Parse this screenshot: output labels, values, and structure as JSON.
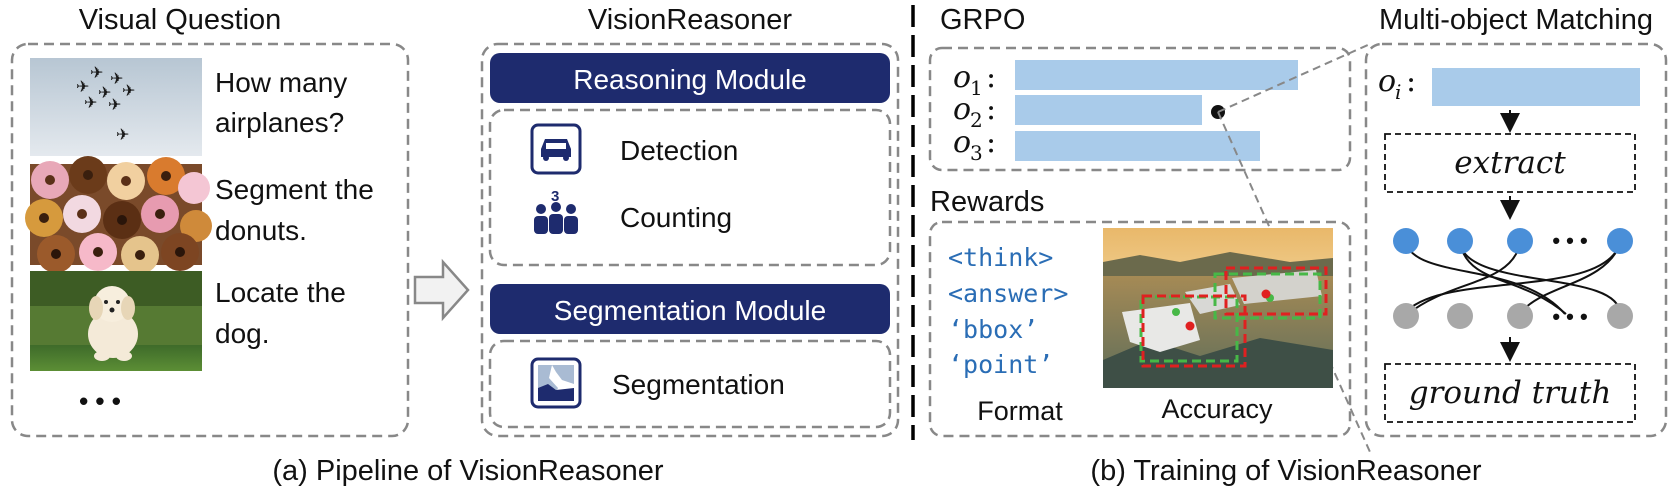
{
  "panel_a": {
    "title_visual_question": "Visual Question",
    "questions": [
      [
        "How many",
        "airplanes?"
      ],
      [
        "Segment the",
        "donuts."
      ],
      [
        "Locate the",
        "dog."
      ]
    ],
    "ellipsis": "• • •",
    "title_model": "VisionReasoner",
    "reasoning_module": "Reasoning Module",
    "tasks_reasoning": [
      "Detection",
      "Counting"
    ],
    "segmentation_module": "Segmentation Module",
    "tasks_segmentation": [
      "Segmentation"
    ],
    "counting_badge": "3",
    "caption": "(a) Pipeline of VisionReasoner"
  },
  "panel_b": {
    "grpo_title": "GRPO",
    "outputs": [
      {
        "sym": "o",
        "sub": "1",
        "suffix": ":"
      },
      {
        "sym": "o",
        "sub": "2",
        "suffix": ":"
      },
      {
        "sym": "o",
        "sub": "3",
        "suffix": ":"
      }
    ],
    "rewards_title": "Rewards",
    "format_tokens": [
      "<think>",
      "<answer>",
      "‘bbox’",
      "‘point’"
    ],
    "format_label": "Format",
    "accuracy_label": "Accuracy",
    "matching_title": "Multi-object Matching",
    "oi": {
      "sym": "o",
      "sub": "i",
      "suffix": ":"
    },
    "extract": "extract",
    "ground_truth": "ground truth",
    "dots": "• • •",
    "caption": "(b) Training of VisionReasoner"
  },
  "colors": {
    "navy": "#1e2b6e",
    "light_blue_bar": "#a9cbea",
    "blue_node": "#4a8fd8",
    "grey_node": "#a8a8a8",
    "red_box": "#e02020",
    "green_box": "#47b847",
    "dashed_border": "#888888"
  }
}
